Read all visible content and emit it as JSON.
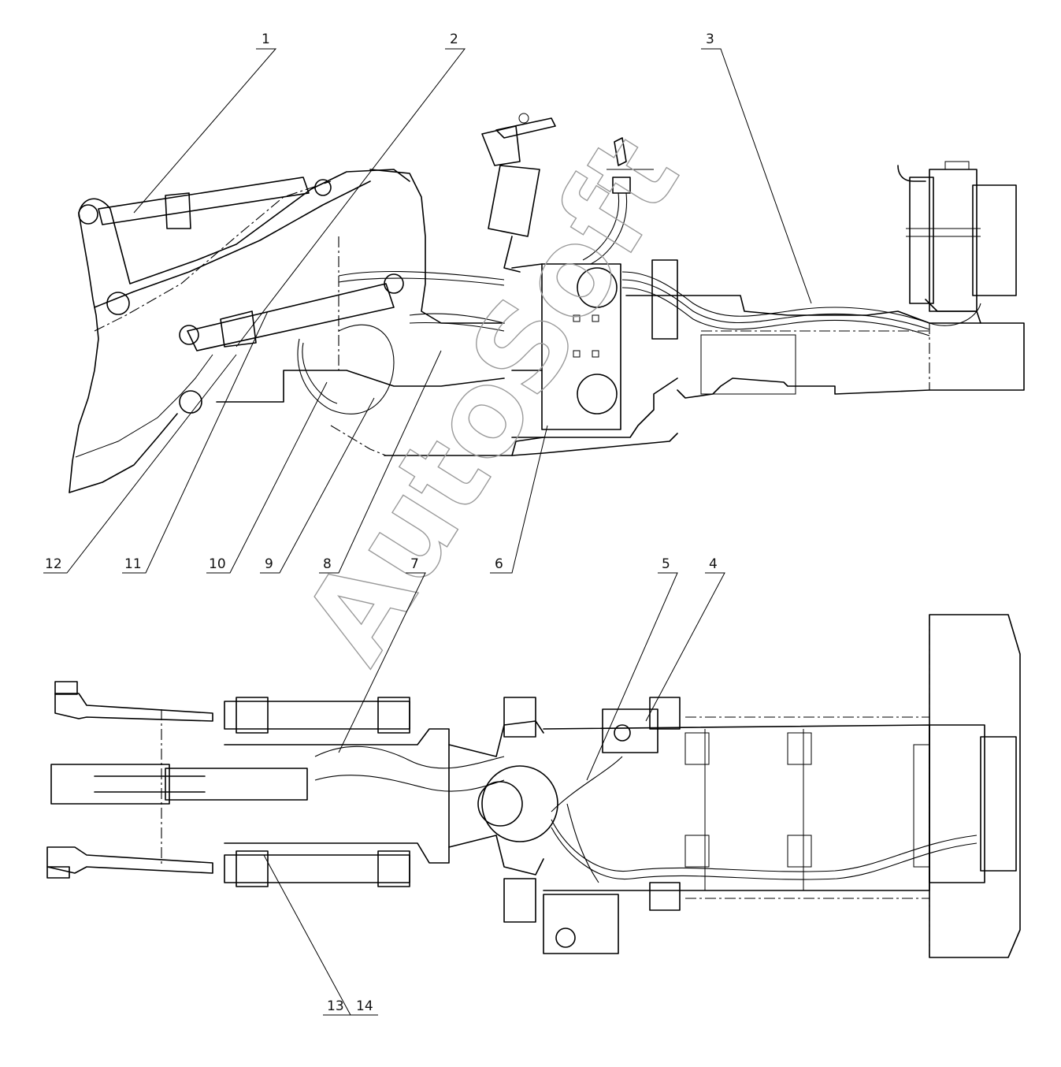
{
  "callouts": [
    {
      "id": "1",
      "text": "1"
    },
    {
      "id": "2",
      "text": "2"
    },
    {
      "id": "3",
      "text": "3"
    },
    {
      "id": "4",
      "text": "4"
    },
    {
      "id": "5",
      "text": "5"
    },
    {
      "id": "6",
      "text": "6"
    },
    {
      "id": "7",
      "text": "7"
    },
    {
      "id": "8",
      "text": "8"
    },
    {
      "id": "9",
      "text": "9"
    },
    {
      "id": "10",
      "text": "10"
    },
    {
      "id": "11",
      "text": "11"
    },
    {
      "id": "12",
      "text": "12"
    },
    {
      "id": "13",
      "text": "13"
    },
    {
      "id": "14",
      "text": "14"
    }
  ],
  "watermark": "AutoSoft"
}
